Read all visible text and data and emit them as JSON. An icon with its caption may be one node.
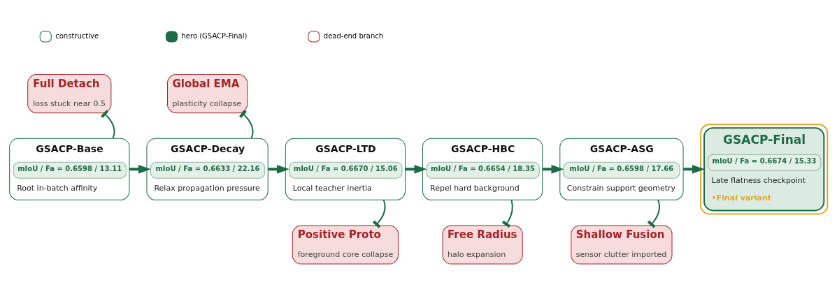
{
  "diagram": {
    "nodes": [
      {
        "text": [
          "Full Detach",
          "loss stuck near 0.5"
        ]
      },
      {
        "text": [
          "Global EMA",
          "plasticity collapse"
        ]
      },
      {
        "text": [
          "GSACP-Base",
          "mIoU / Fa = 0.6598 / 13.11",
          "Root in-batch affinity"
        ]
      },
      {
        "text": [
          "GSACP-Decay",
          "mIoU / Fa = 0.6633 / 22.16",
          "Relax propagation pressure"
        ]
      },
      {
        "text": [
          "GSACP-LTD",
          "mIoU / Fa = 0.6670 / 15.06",
          "Local teacher inertia"
        ]
      },
      {
        "text": [
          "GSACP-HBC",
          "mIoU / Fa = 0.6654 / 18.35",
          "Repel hard background"
        ]
      },
      {
        "text": [
          "GSACP-ASG",
          "mIoU / Fa = 0.6598 / 17.66",
          "Constrain support geometry"
        ]
      },
      {
        "text": [
          "GSACP-Final",
          "mIoU / Fa = 0.6674 / 15.33",
          "Late flatness checkpoint",
          "•Final variant"
        ]
      },
      {
        "text": [
          "Positive Proto",
          "foreground core collapse"
        ]
      },
      {
        "text": [
          "Free Radius",
          "halo expansion"
        ]
      },
      {
        "text": [
          "Shallow Fusion",
          "sensor clutter imported"
        ]
      }
    ],
    "edges": [
      {
        "from": 2,
        "to": 3,
        "arrow": "to",
        "style": "thick"
      },
      {
        "from": 3,
        "to": 4,
        "arrow": "to",
        "style": "thick"
      },
      {
        "from": 4,
        "to": 5,
        "arrow": "to",
        "style": "thick"
      },
      {
        "from": 5,
        "to": 6,
        "arrow": "to",
        "style": "thick"
      },
      {
        "from": 6,
        "to": 7,
        "arrow": "to",
        "style": "thick"
      },
      {
        "from": 2,
        "to": 0,
        "arrow": "other"
      },
      {
        "from": 3,
        "to": 1,
        "arrow": "other"
      },
      {
        "from": 4,
        "to": 8,
        "arrow": "other"
      },
      {
        "from": 5,
        "to": 9,
        "arrow": "other"
      },
      {
        "from": 6,
        "to": 10,
        "arrow": "other"
      }
    ],
    "legend": [
      {
        "text": "constructive"
      },
      {
        "text": "hero (GSACP-Final)",
        "color": "#1e6b47"
      },
      {
        "text": "dead-end branch"
      }
    ]
  }
}
